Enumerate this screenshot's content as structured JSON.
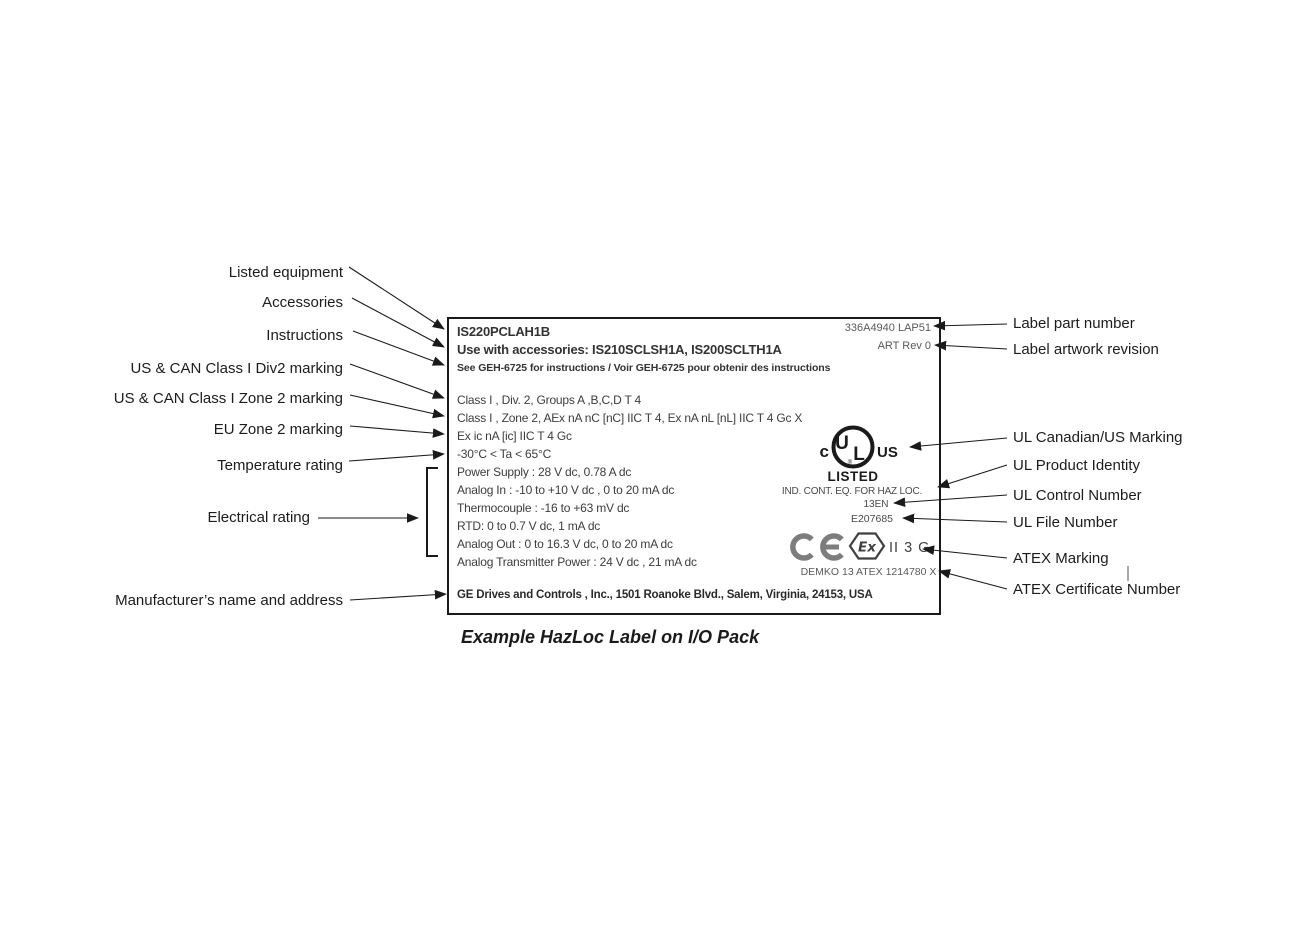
{
  "figure": {
    "caption": "Example HazLoc Label on I/O Pack"
  },
  "colors": {
    "label_text": "#3d3d3d",
    "callout_text": "#1c1c1c",
    "ce_mark_gray": "#7d7d7d",
    "part_number_gray": "#5a5a5a",
    "logo_black": "#1a1a1a"
  },
  "callouts": {
    "left": [
      "Listed equipment",
      "Accessories",
      "Instructions",
      "US & CAN Class I Div2 marking",
      "US & CAN Class I Zone 2 marking",
      "EU Zone 2 marking",
      "Temperature rating",
      "Electrical rating",
      "Manufacturer’s name and address"
    ],
    "right": [
      "Label part number",
      "Label artwork revision",
      "UL Canadian/US Marking",
      "UL Product Identity",
      "UL Control Number",
      "UL File Number",
      "ATEX Marking",
      "ATEX Certificate Number"
    ]
  },
  "label": {
    "part_number": "336A4940 LAP51",
    "artwork_revision": "ART Rev 0",
    "listed_equipment": "IS220PCLAH1B",
    "accessories": "Use with accessories: IS210SCLSH1A, IS200SCLTH1A",
    "instructions": "See GEH-6725 for instructions  / Voir GEH-6725 pour obtenir des instructions",
    "us_can_div2_marking": "Class I , Div. 2, Groups A ,B,C,D T 4",
    "us_can_zone2_marking": "Class I , Zone 2, AEx nA nC [nC] IIC T 4, Ex nA nL [nL] IIC T 4 Gc X",
    "eu_zone2_marking": "Ex ic nA [ic] IIC T 4 Gc",
    "temperature_rating": "-30°C < Ta < 65°C",
    "electrical_rating": [
      "Power Supply : 28 V dc, 0.78 A dc",
      "Analog In : -10 to +10 V dc , 0 to 20 mA dc",
      "Thermocouple : -16 to +63 mV dc",
      "RTD: 0 to 0.7 V dc, 1 mA dc",
      "Analog Out : 0 to 16.3 V dc, 0 to 20 mA dc",
      "Analog Transmitter Power  : 24 V dc , 21 mA dc"
    ],
    "manufacturer": "GE Drives and Controls , Inc., 1501 Roanoke Blvd., Salem, Virginia, 24153, USA",
    "ul_mark": {
      "c": "c",
      "u": "U",
      "l": "L",
      "registered": "®",
      "us": "US",
      "listed": "LISTED"
    },
    "ul_product_identity": "IND. CONT. EQ. FOR HAZ LOC.",
    "ul_control_number": "13EN",
    "ul_file_number": "E207685",
    "ex_symbol": "Ex",
    "atex_marking": "II 3 G",
    "atex_certificate": "DEMKO 13 ATEX 1214780 X"
  }
}
